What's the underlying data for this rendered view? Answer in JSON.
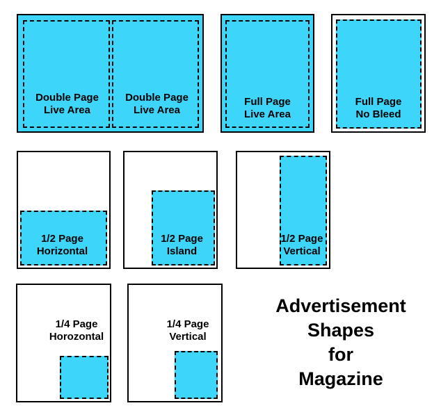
{
  "colors": {
    "ad_fill": "#3dd6fa",
    "border": "#000000",
    "page_bg": "#ffffff"
  },
  "shapes": {
    "double_page_left": {
      "line1": "Double Page",
      "line2": "Live Area"
    },
    "double_page_right": {
      "line1": "Double Page",
      "line2": "Live Area"
    },
    "full_page_live": {
      "line1": "Full Page",
      "line2": "Live Area"
    },
    "full_page_no_bleed": {
      "line1": "Full Page",
      "line2": "No Bleed"
    },
    "half_horizontal": {
      "line1": "1/2 Page",
      "line2": "Horizontal"
    },
    "half_island": {
      "line1": "1/2 Page",
      "line2": "Island"
    },
    "half_vertical": {
      "line1": "1/2 Page",
      "line2": "Vertical"
    },
    "quarter_horizontal": {
      "line1": "1/4 Page",
      "line2": "Horozontal"
    },
    "quarter_vertical": {
      "line1": "1/4 Page",
      "line2": "Vertical"
    }
  },
  "title": {
    "line1": "Advertisement",
    "line2": "Shapes",
    "line3": "for",
    "line4": "Magazine"
  }
}
